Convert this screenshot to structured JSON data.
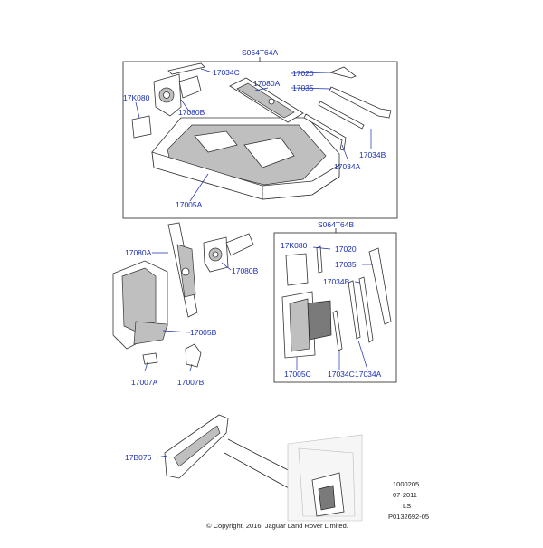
{
  "diagram": {
    "section_main_title": "S064T64A",
    "section_sub_title": "S064T64B",
    "callouts": {
      "c_17034C_top": "17034C",
      "c_17020_top": "17020",
      "c_17080A_top": "17080A",
      "c_17035_top": "17035",
      "c_17K080_top": "17K080",
      "c_17080B_top": "17080B",
      "c_17034B_top": "17034B",
      "c_17034A_top": "17034A",
      "c_17005A": "17005A",
      "c_17080A_left": "17080A",
      "c_17080B_left": "17080B",
      "c_17005B": "17005B",
      "c_17007A": "17007A",
      "c_17007B": "17007B",
      "c_17K080_sub": "17K080",
      "c_17020_sub": "17020",
      "c_17035_sub": "17035",
      "c_17034B_sub": "17034B",
      "c_17005C": "17005C",
      "c_17034C_sub": "17034C",
      "c_17034A_sub": "17034A",
      "c_17B076": "17B076"
    },
    "reference": {
      "line1": "1000205",
      "line2": "07-2011",
      "line3": "LS",
      "line4": "P0132692-05"
    },
    "copyright": "© Copyright, 2016. Jaguar Land Rover Limited."
  },
  "colors": {
    "callout": "#1a2fb0",
    "line": "#333333"
  }
}
